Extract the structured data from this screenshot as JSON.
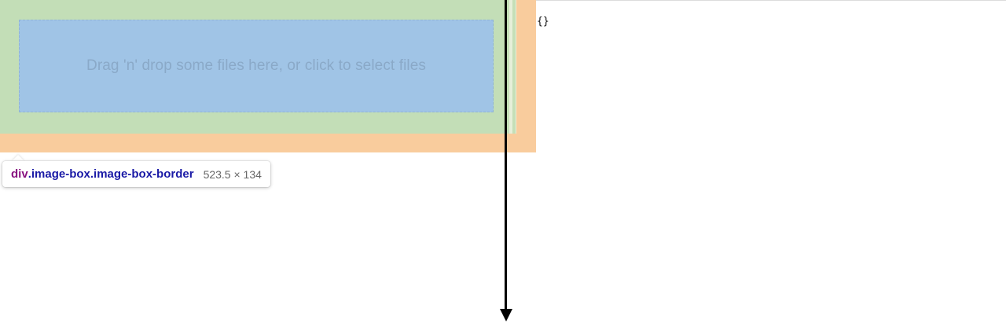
{
  "colors": {
    "margin": "#f9cc9d",
    "padding": "#c3deb7",
    "content": "#a0c4e6",
    "tag": "#881280",
    "classes": "#1a1aa6",
    "size": "#666666",
    "arrow": "#000000"
  },
  "dropzone": {
    "text": "Drag 'n' drop some files here, or click to select files"
  },
  "code_panel": {
    "text": "{}"
  },
  "tooltip": {
    "tag": "div",
    "classes": ".image-box.image-box-border",
    "size": "523.5 × 134"
  }
}
